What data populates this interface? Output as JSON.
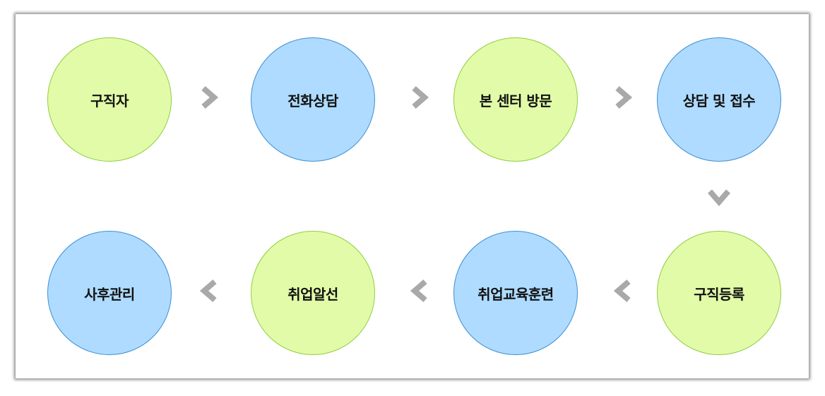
{
  "steps": [
    {
      "label": "구직자",
      "color": "#e2fba8"
    },
    {
      "label": "전화상담",
      "color": "#aedbff"
    },
    {
      "label": "본 센터 방문",
      "color": "#e2fba8"
    },
    {
      "label": "상담 및 접수",
      "color": "#aedbff"
    },
    {
      "label": "구직등록",
      "color": "#e2fba8"
    },
    {
      "label": "취업교육훈련",
      "color": "#aedbff"
    },
    {
      "label": "취업알선",
      "color": "#e2fba8"
    },
    {
      "label": "사후관리",
      "color": "#aedbff"
    }
  ],
  "colors": {
    "green_fill": "#e2fba8",
    "green_border": "#8fcf3f",
    "blue_fill": "#aedbff",
    "blue_border": "#3e8fd1",
    "arrow": "#a9a9a9"
  }
}
